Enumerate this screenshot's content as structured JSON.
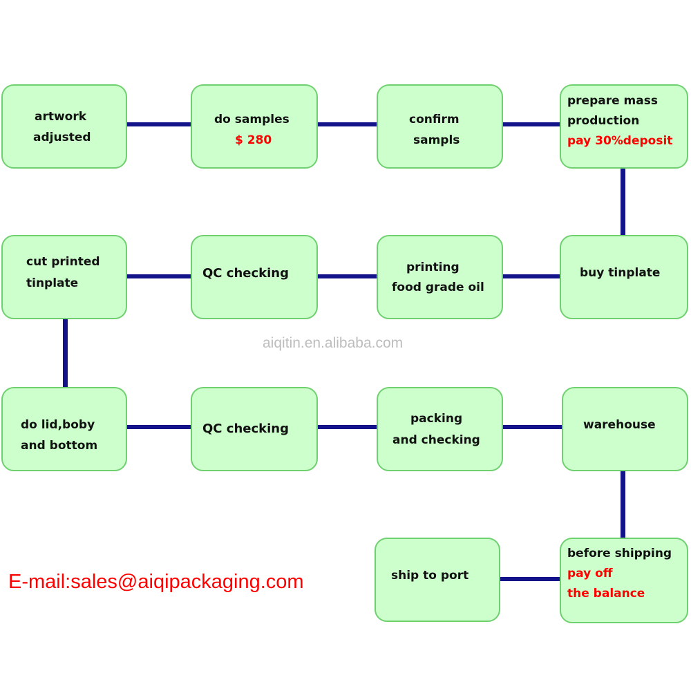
{
  "steps": {
    "artwork_adjusted": [
      "artwork",
      "adjusted"
    ],
    "do_samples": [
      "do samples",
      "$ 280"
    ],
    "confirm_samples": [
      "confirm",
      "sampls"
    ],
    "prepare_mass_production": [
      "prepare mass",
      "production",
      "pay 30%deposit"
    ],
    "buy_tinplate": [
      "buy tinplate"
    ],
    "printing": [
      "printing",
      "food grade oil"
    ],
    "qc_checking_1": [
      "QC  checking"
    ],
    "cut_printed_tinplate": [
      "cut printed",
      "tinplate"
    ],
    "do_lid": [
      "do lid,boby",
      "and bottom"
    ],
    "qc_checking_2": [
      "QC  checking"
    ],
    "packing": [
      "packing",
      "and checking"
    ],
    "warehouse": [
      "warehouse"
    ],
    "before_shipping": [
      "before shipping",
      "pay off",
      "the balance"
    ],
    "ship_to_port": [
      "ship to port"
    ]
  },
  "watermark": "aiqitin.en.alibaba.com",
  "email": "E-mail:sales@aiqipackaging.com",
  "colors": {
    "box_fill": "#ccffcc",
    "box_border": "#6fd06f",
    "connector": "#14148a",
    "highlight": "#ff0000",
    "watermark": "#bdbdbd"
  }
}
